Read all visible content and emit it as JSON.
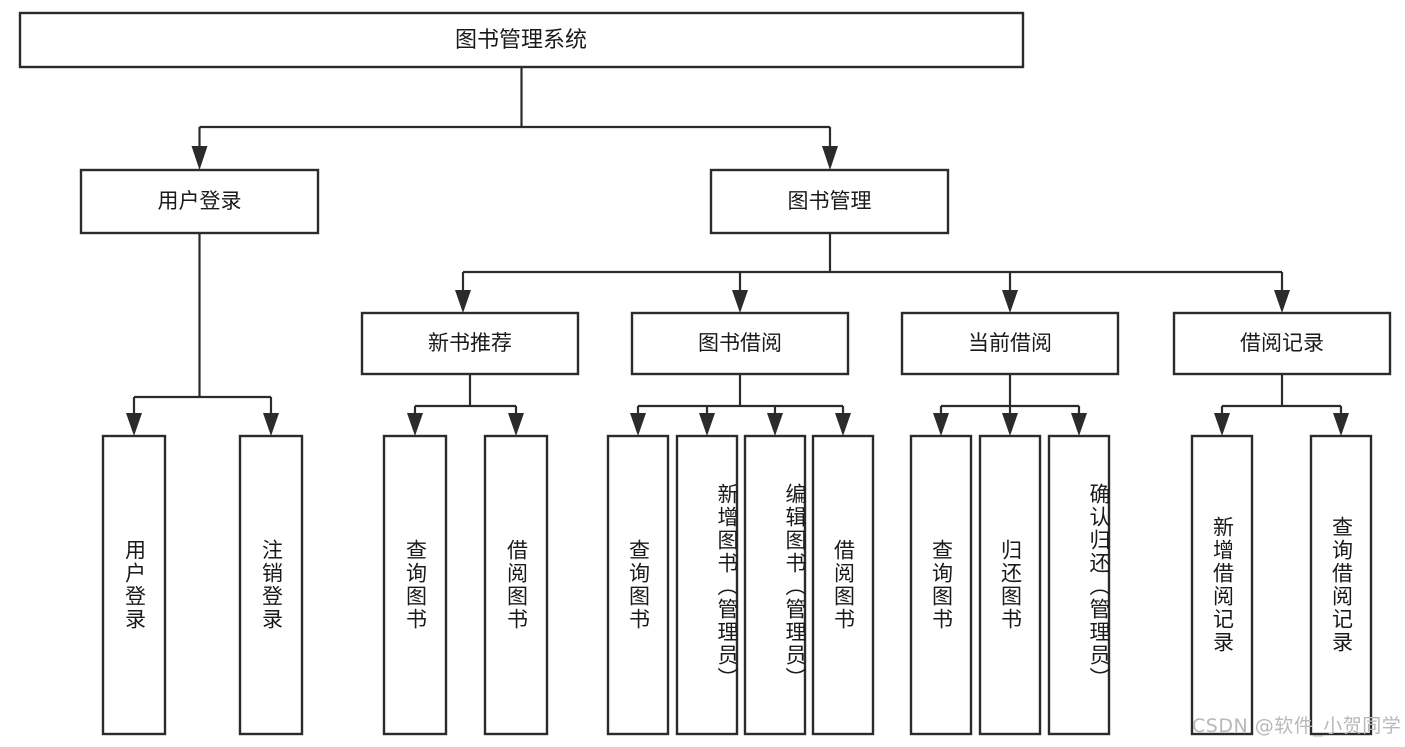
{
  "diagram": {
    "title": "图书管理系统",
    "watermark": "CSDN @软件_小贺同学",
    "type": "tree",
    "orientation": "top-down",
    "colors": {
      "background": "#ffffff",
      "box_fill": "#ffffff",
      "box_stroke": "#2b2b2b",
      "text": "#1a1a1a",
      "watermark": "#b8b8b8"
    },
    "levels": {
      "root": "图书管理系统",
      "level2": [
        "用户登录",
        "图书管理"
      ],
      "level3": [
        "新书推荐",
        "图书借阅",
        "当前借阅",
        "借阅记录"
      ]
    },
    "nodes": {
      "root": {
        "label": "图书管理系统"
      },
      "user_login": {
        "label": "用户登录"
      },
      "book_manage": {
        "label": "图书管理"
      },
      "new_book_rec": {
        "label": "新书推荐"
      },
      "book_borrow": {
        "label": "图书借阅"
      },
      "current_borrow": {
        "label": "当前借阅"
      },
      "borrow_record": {
        "label": "借阅记录"
      }
    },
    "leaves": {
      "user_login": [
        {
          "label": "用户登录"
        },
        {
          "label": "注销登录"
        }
      ],
      "new_book_rec": [
        {
          "label": "查询图书"
        },
        {
          "label": "借阅图书"
        }
      ],
      "book_borrow": [
        {
          "label": "查询图书"
        },
        {
          "label": "新增图书（管理员）"
        },
        {
          "label": "编辑图书（管理员）"
        },
        {
          "label": "借阅图书"
        }
      ],
      "current_borrow": [
        {
          "label": "查询图书"
        },
        {
          "label": "归还图书"
        },
        {
          "label": "确认归还（管理员）"
        }
      ],
      "borrow_record": [
        {
          "label": "新增借阅记录"
        },
        {
          "label": "查询借阅记录"
        }
      ]
    }
  }
}
